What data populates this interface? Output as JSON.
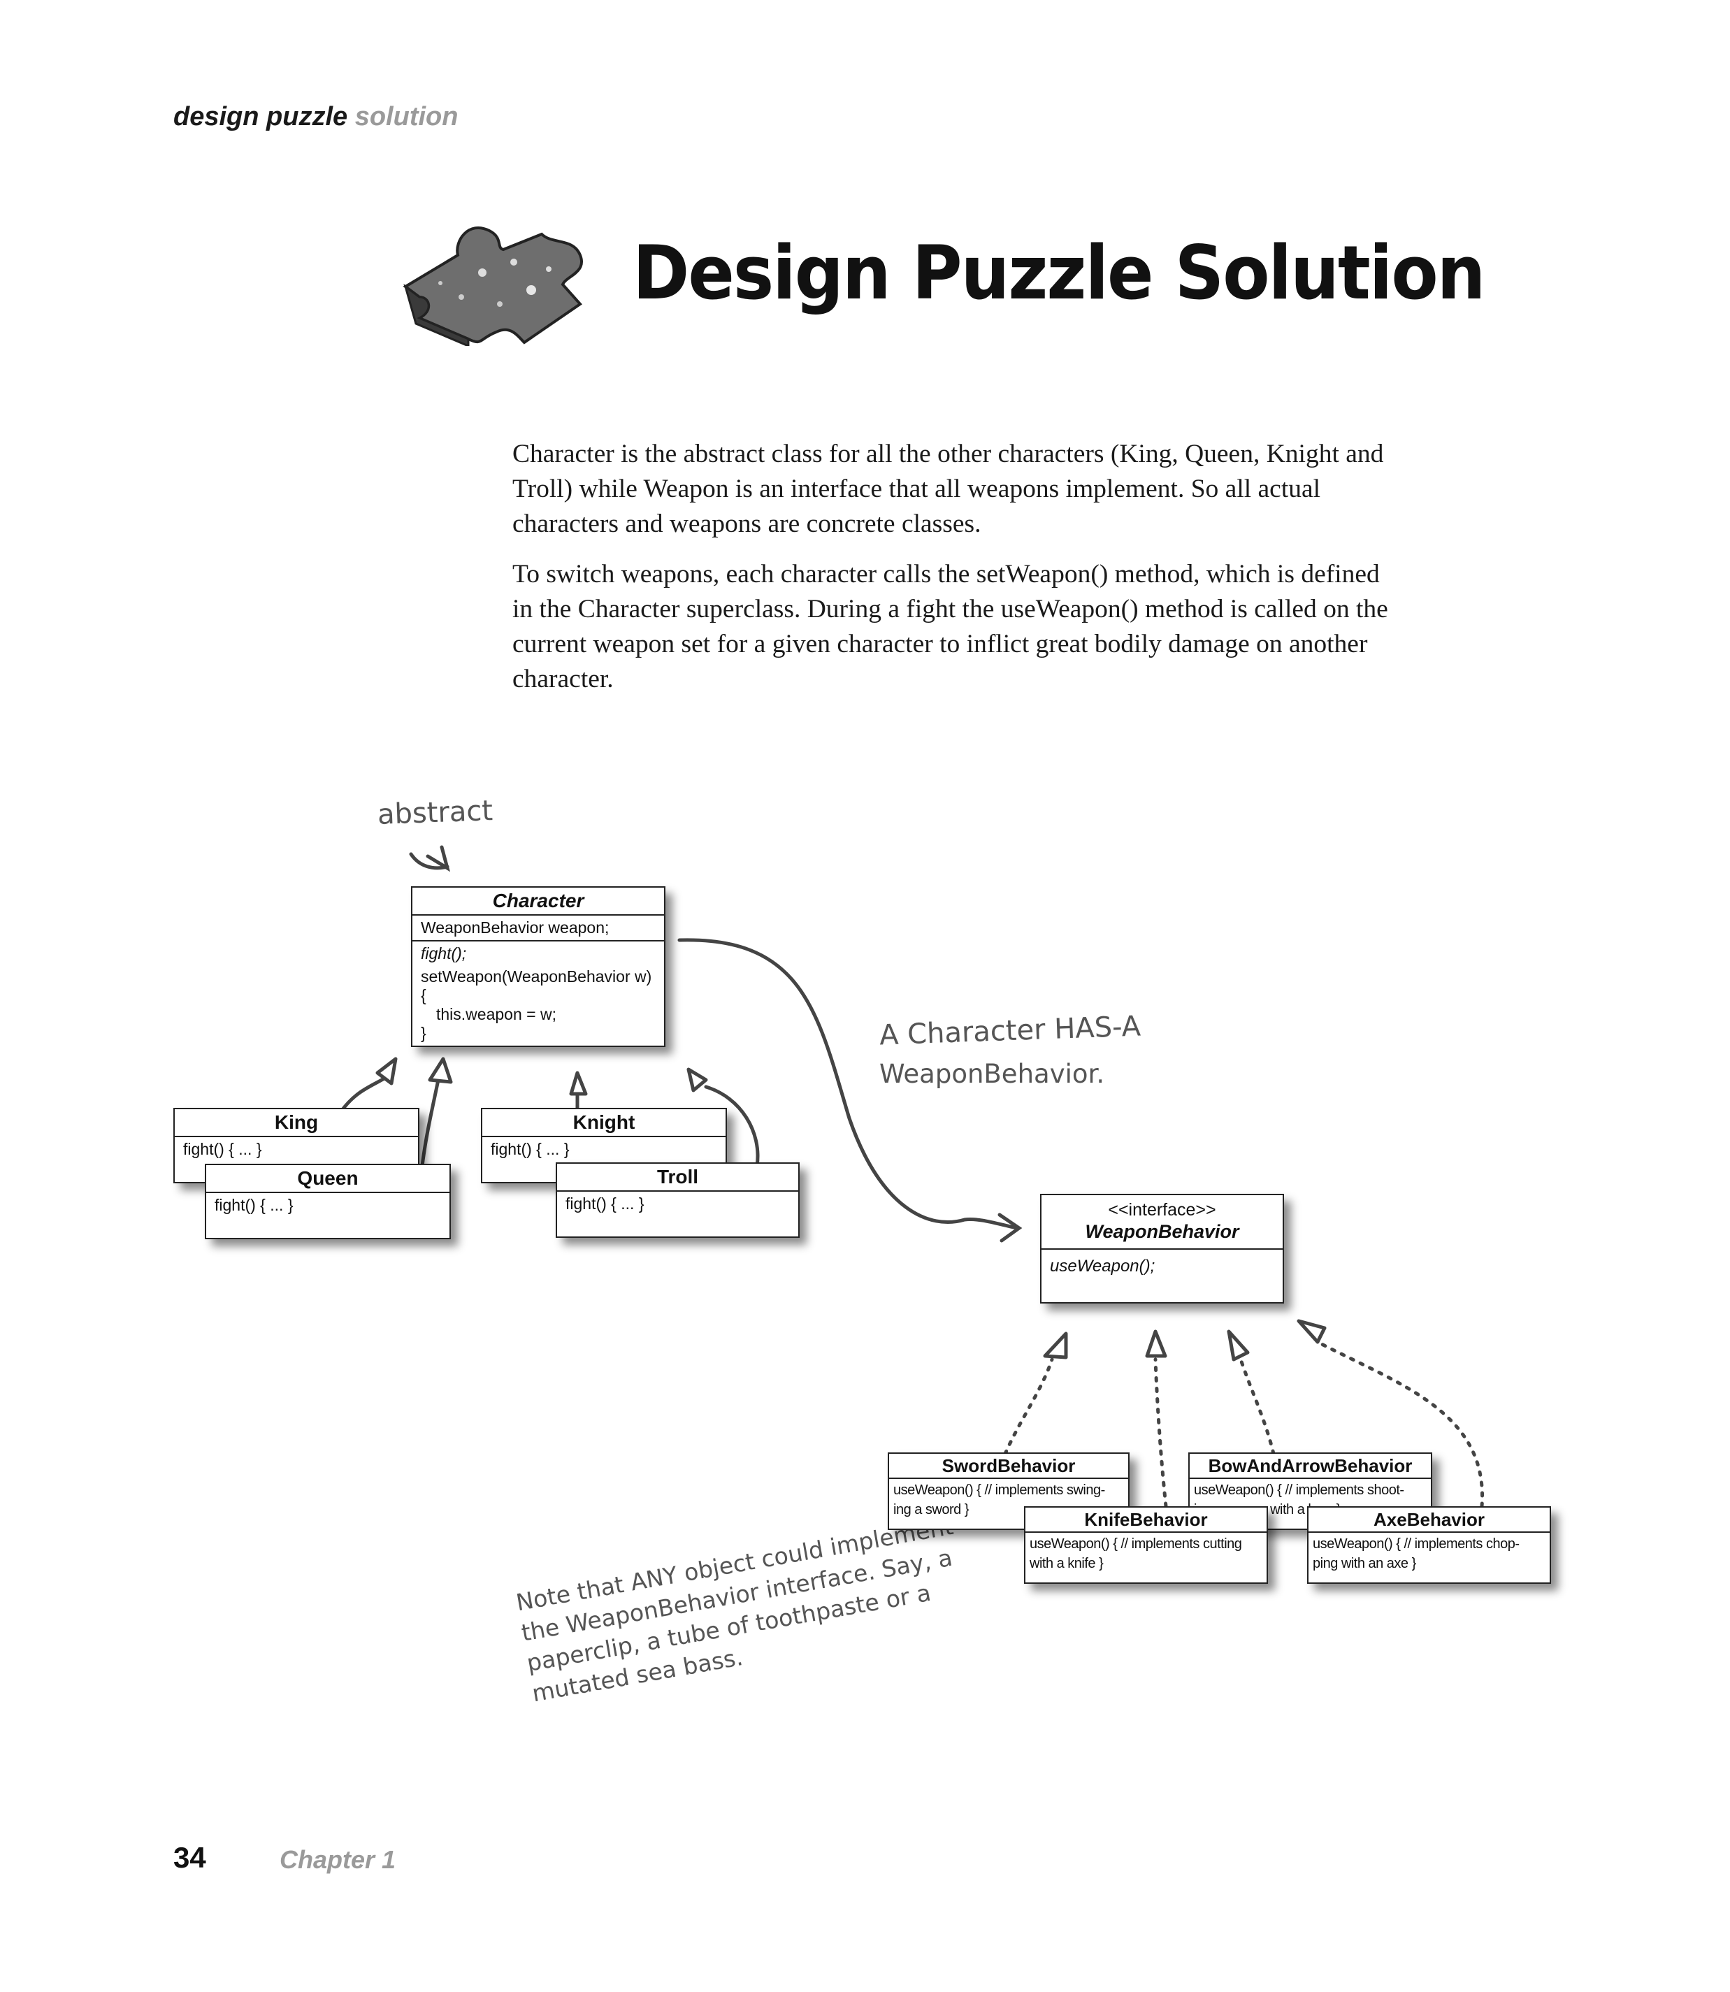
{
  "header": {
    "running_title": "design puzzle",
    "running_sub": "solution"
  },
  "title": "Design Puzzle Solution",
  "paragraphs": [
    "Character is the abstract class for all the other characters (King, Queen, Knight and Troll) while Weapon is an interface that all weapons implement.  So all actual characters and weapons are concrete classes.",
    "To switch weapons, each character calls the setWeapon() method, which is defined in the Character superclass.  During a fight the useWeapon() method is called on the current weapon set for a given character to inflict great bodily damage on another character."
  ],
  "annotations": {
    "abstract": "abstract",
    "has_a_line1": "A Character HAS-A",
    "has_a_line2": "WeaponBehavior.",
    "note": [
      "Note that ANY object could implement",
      "the WeaponBehavior interface.  Say, a",
      "paperclip, a tube of toothpaste or a",
      "mutated sea bass."
    ]
  },
  "diagram": {
    "character": {
      "name": "Character",
      "field": "WeaponBehavior weapon;",
      "m1": "fight();",
      "m2a": "setWeapon(WeaponBehavior w) {",
      "m2b": "this.weapon = w;",
      "m2c": "}"
    },
    "king": {
      "name": "King",
      "body": "fight() { ... }"
    },
    "queen": {
      "name": "Queen",
      "body": "fight() { ... }"
    },
    "knight": {
      "name": "Knight",
      "body": "fight() { ... }"
    },
    "troll": {
      "name": "Troll",
      "body": "fight() { ... }"
    },
    "weapon": {
      "stereo": "<<interface>>",
      "name": "WeaponBehavior",
      "method": "useWeapon();"
    },
    "sword": {
      "name": "SwordBehavior",
      "body1": "useWeapon() { // implements swing-",
      "body2": "ing a sword }"
    },
    "bow": {
      "name": "BowAndArrowBehavior",
      "body1": "useWeapon() { // implements shoot-",
      "body2": "ing an arrow with a bow }"
    },
    "knife": {
      "name": "KnifeBehavior",
      "body1": "useWeapon() { // implements cutting",
      "body2": "with a knife }"
    },
    "axe": {
      "name": "AxeBehavior",
      "body1": "useWeapon() { // implements chop-",
      "body2": "ping with an axe }"
    }
  },
  "footer": {
    "page_number": "34",
    "chapter": "Chapter 1"
  }
}
